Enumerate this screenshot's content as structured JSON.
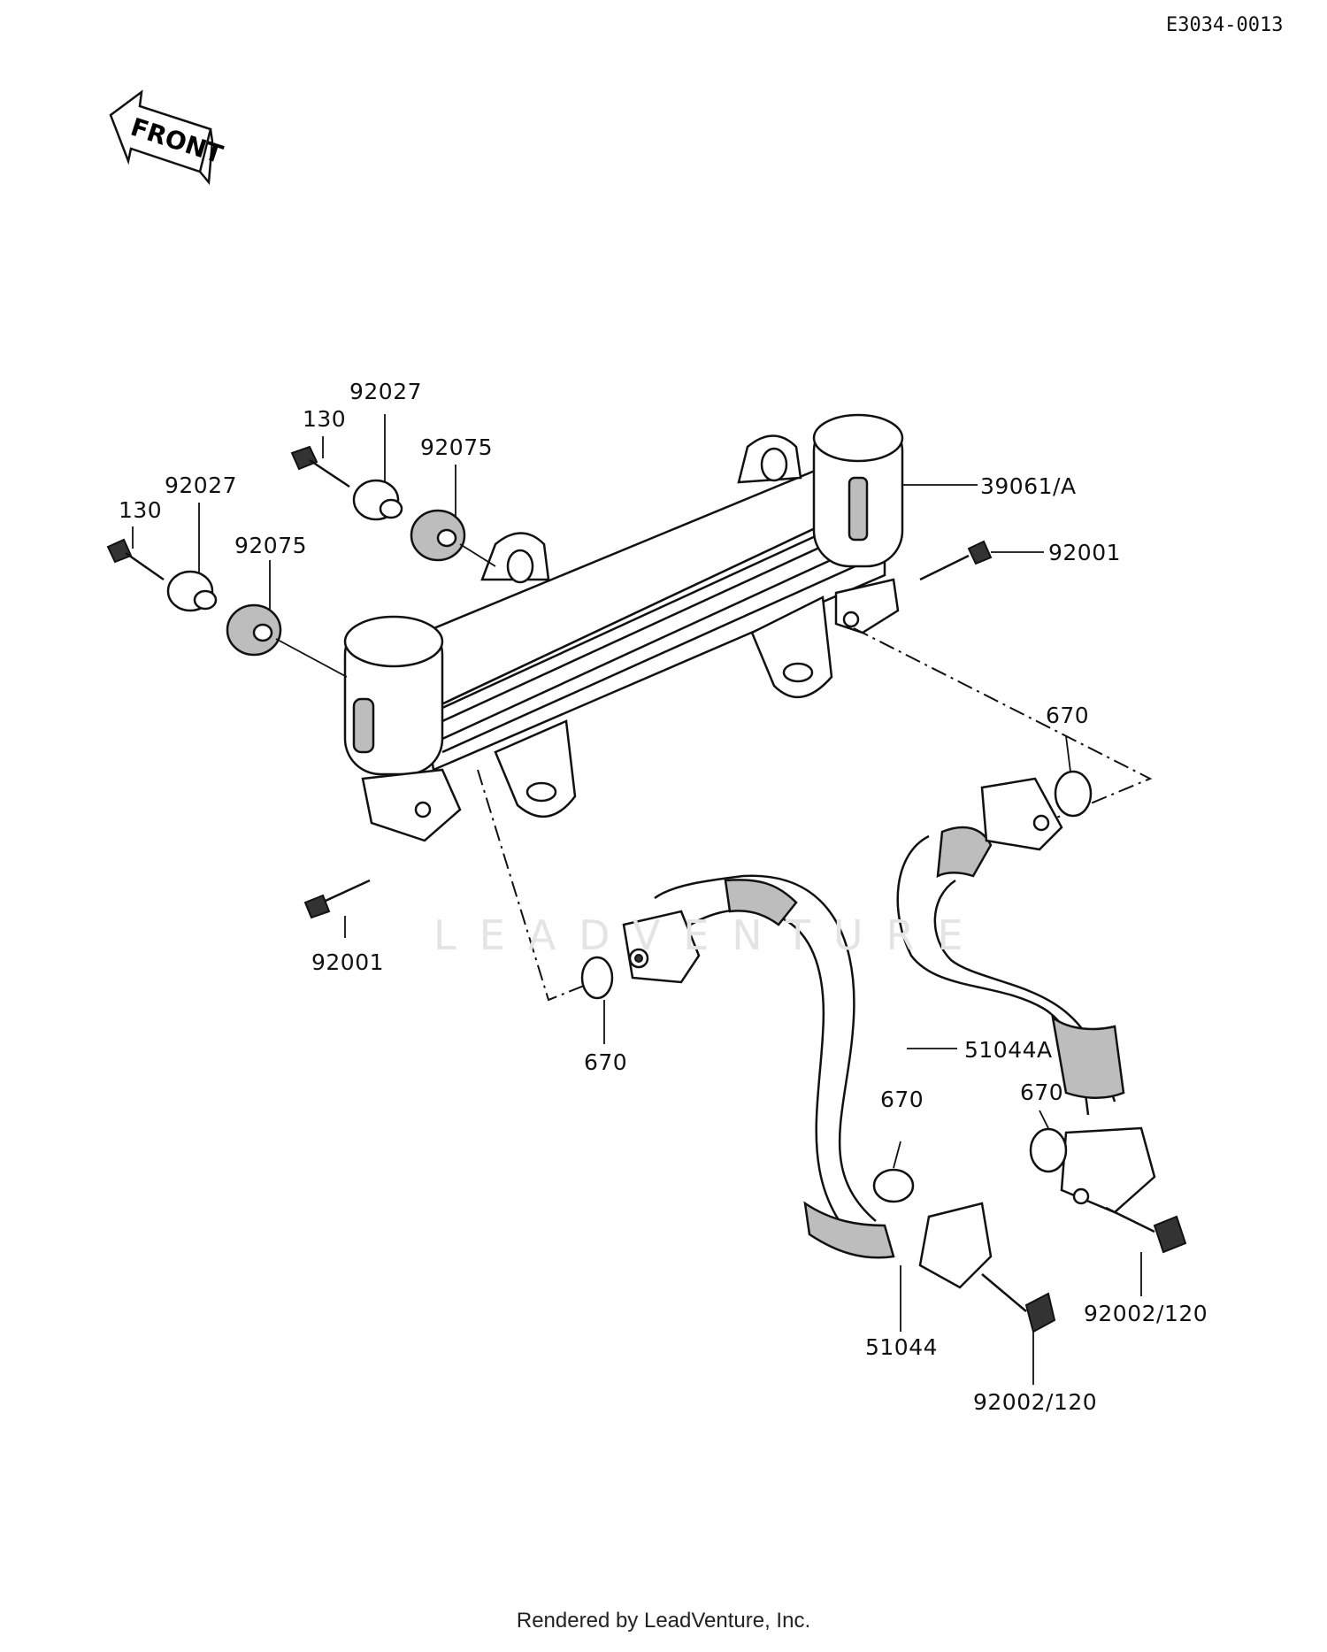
{
  "diagram_code": "E3034-0013",
  "front_label": "FRONT",
  "watermark": "LEADVENTURE",
  "footer": "Rendered by LeadVenture, Inc.",
  "callouts": [
    {
      "id": "c-92027-top",
      "text": "92027"
    },
    {
      "id": "c-130-top",
      "text": "130"
    },
    {
      "id": "c-92075-top",
      "text": "92075"
    },
    {
      "id": "c-92027-left",
      "text": "92027"
    },
    {
      "id": "c-130-left",
      "text": "130"
    },
    {
      "id": "c-92075-left",
      "text": "92075"
    },
    {
      "id": "c-39061",
      "text": "39061/A"
    },
    {
      "id": "c-92001-right",
      "text": "92001"
    },
    {
      "id": "c-670-right",
      "text": "670"
    },
    {
      "id": "c-92001-left",
      "text": "92001"
    },
    {
      "id": "c-670-left",
      "text": "670"
    },
    {
      "id": "c-51044A",
      "text": "51044A"
    },
    {
      "id": "c-670-lr",
      "text": "670"
    },
    {
      "id": "c-670-lm",
      "text": "670"
    },
    {
      "id": "c-51044",
      "text": "51044"
    },
    {
      "id": "c-92002-right",
      "text": "92002/120"
    },
    {
      "id": "c-92002-bottom",
      "text": "92002/120"
    }
  ]
}
